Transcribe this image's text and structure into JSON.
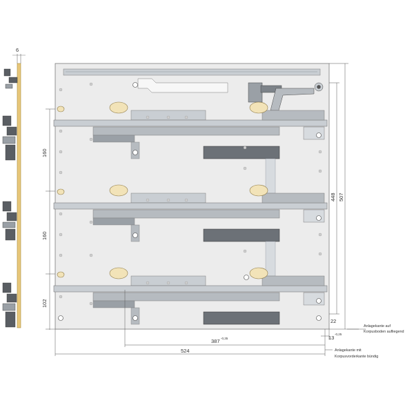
{
  "dimensions": {
    "side_thickness": "6",
    "spacing_1": "160",
    "spacing_2": "160",
    "bottom_offset": "102",
    "height_inner": "448",
    "height_outer": "507",
    "offset_22": "22",
    "offset_13": "13",
    "offset_13_tol": "-0,25",
    "length_387": "387",
    "length_387_tol": "-0,35",
    "length_524": "524"
  },
  "notes": {
    "note1_line1": "Anlagekante auf",
    "note1_line2": "Korpusboden aufliegend",
    "note2_line1": "Anlagekante mit",
    "note2_line2": "Korpusvorderkante bündig"
  },
  "colors": {
    "panel": "#ececec",
    "panel_stroke": "#7a7a7a",
    "rail": "#c9ced3",
    "rail_dark": "#8e959c",
    "wood": "#e8c77a",
    "hardware": "#5a5e63",
    "dim_line": "#555555"
  }
}
